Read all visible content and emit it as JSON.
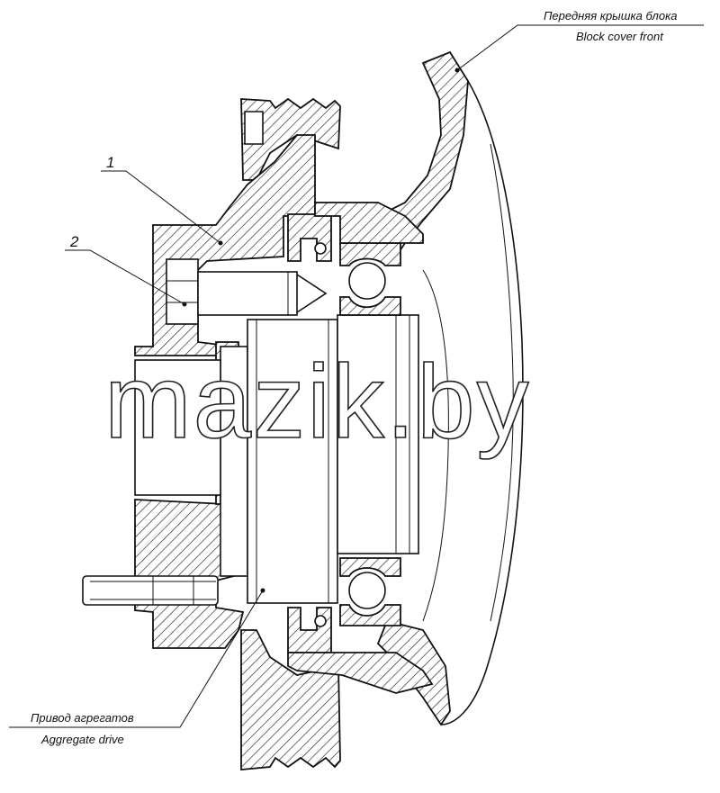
{
  "callouts": {
    "block_cover_ru": "Передняя крышка блока",
    "block_cover_en": "Block cover front",
    "aggregate_drive_ru": "Привод агрегатов",
    "aggregate_drive_en": "Aggregate drive",
    "part_1": "1",
    "part_2": "2"
  },
  "watermark": "mazik.by"
}
